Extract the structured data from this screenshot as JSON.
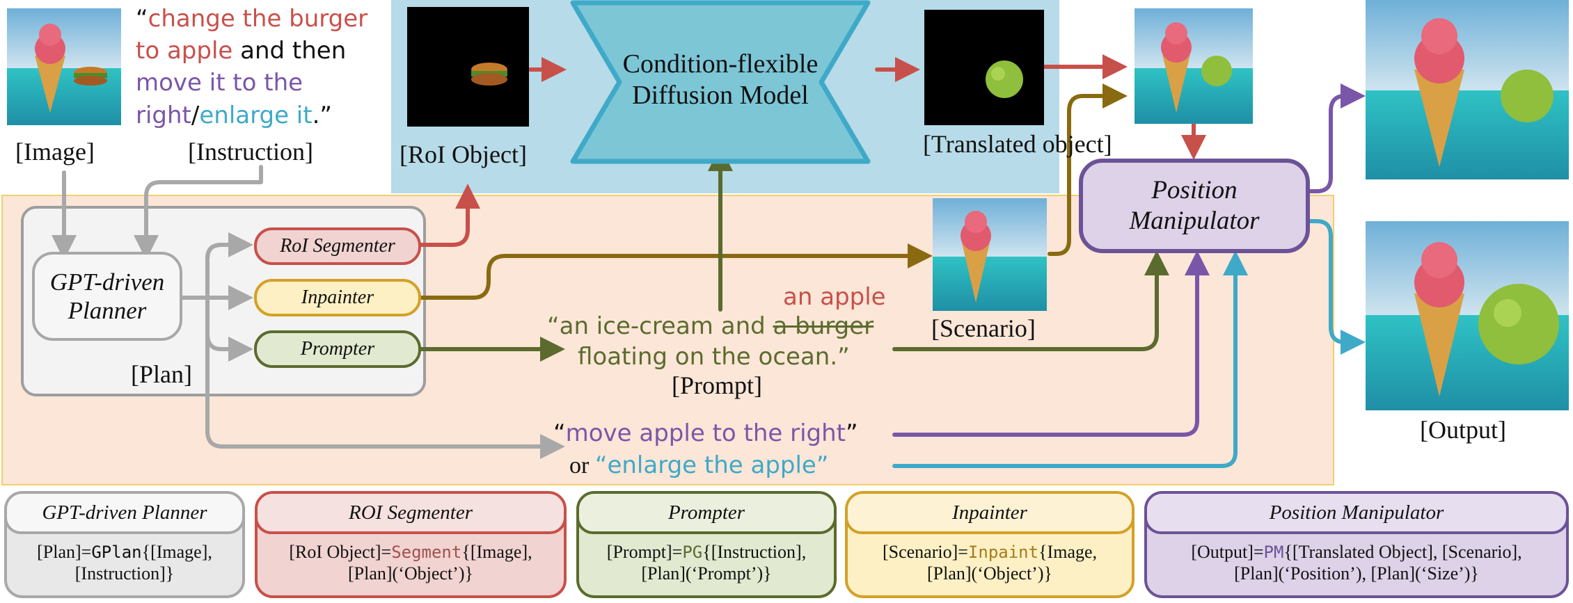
{
  "instruction": {
    "open_quote": "“",
    "part1": "change the burger",
    "part2": "to apple",
    "part3": " and then",
    "part4": "move it to the",
    "part5": "right",
    "slash": "/",
    "part6": "enlarge it",
    "close": ".”"
  },
  "labels": {
    "image": "[Image]",
    "instruction": "[Instruction]",
    "roi_object": "[RoI Object]",
    "translated_object": "[Translated object]",
    "scenario": "[Scenario]",
    "plan": "[Plan]",
    "prompt": "[Prompt]",
    "output": "[Output]"
  },
  "nodes": {
    "planner": "GPT-driven Planner",
    "roi_segmenter": "RoI Segmenter",
    "inpainter": "Inpainter",
    "prompter": "Prompter",
    "diffusion": "Condition-flexible Diffusion Model",
    "position_manipulator": "Position Manipulator"
  },
  "prompt_text": {
    "line1a": "“an ice-cream and ",
    "struck": "a burger",
    "line2": "floating on the ocean.”",
    "replacement": "an apple"
  },
  "position_text": {
    "q1_open": "“",
    "q1": "move apple to the right",
    "q1_close": "”",
    "or": "or ",
    "q2": "“enlarge the apple”"
  },
  "cards": [
    {
      "title": "GPT-driven Planner",
      "pre": "[Plan]=",
      "fn": "GPlan",
      "post": "{[Image],",
      "line2": "[Instruction]}"
    },
    {
      "title": "ROI Segmenter",
      "pre": "[RoI Object]=",
      "fn": "Segment",
      "post": "{[Image],",
      "line2": "[Plan](‘Object’)}"
    },
    {
      "title": "Prompter",
      "pre": "[Prompt]=",
      "fn": "PG",
      "post": "{[Instruction],",
      "line2": "[Plan](‘Prompt’)}"
    },
    {
      "title": "Inpainter",
      "pre": "[Scenario]=",
      "fn": "Inpaint",
      "post": "{Image,",
      "line2": "[Plan](‘Object’)}"
    },
    {
      "title": "Position Manipulator",
      "pre": "[Output]=",
      "fn": "PM",
      "post": "{[Translated Object], [Scenario],",
      "line2": "[Plan](‘Position’), [Plan](‘Size’)}"
    }
  ],
  "colors": {
    "red": "#c8504a",
    "olive": "#8a6a10",
    "green": "#5b6b2e",
    "purple": "#7a56a8",
    "blue": "#3fa9c8",
    "grey": "#a8a8a8"
  }
}
